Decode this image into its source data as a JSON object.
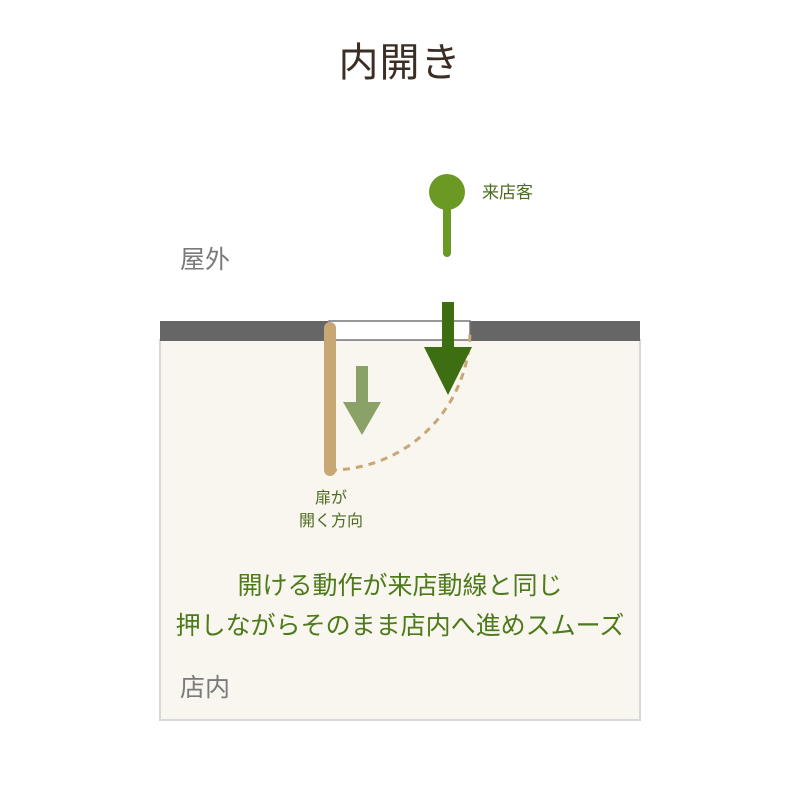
{
  "title": "内開き",
  "labels": {
    "outside": "屋外",
    "inside": "店内",
    "customer": "来店客",
    "door_direction_line1": "扉が",
    "door_direction_line2": "開く方向"
  },
  "message": {
    "line1": "開ける動作が来店動線と同じ",
    "line2": "押しながらそのまま店内へ進めスムーズ"
  },
  "colors": {
    "room_fill": "#f9f5ef",
    "room_border": "#d9d9d9",
    "wall": "#666666",
    "door_panel": "#c8a774",
    "customer": "#6a9a23",
    "customer_arrow": "#3e6e12",
    "door_arrow": "#8aa267",
    "swing_path": "#c8a774",
    "message_text": "#4d7a1a"
  },
  "icons": {
    "customer": "person-pin-icon",
    "walk_direction": "arrow-down-icon",
    "door_direction": "arrow-down-icon"
  }
}
